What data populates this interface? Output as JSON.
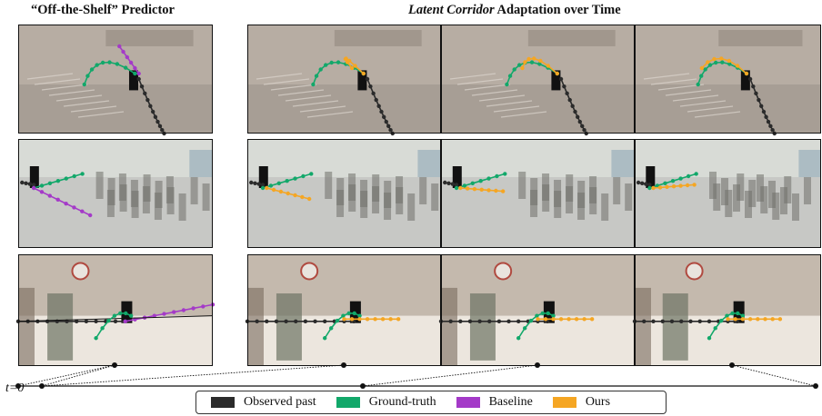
{
  "titles": {
    "left": "“Off-the-Shelf” Predictor",
    "right_italic": "Latent Corridor",
    "right_rest": " Adaptation over Time"
  },
  "timeline": {
    "t0_label": "t=0"
  },
  "legend": [
    {
      "label": "Observed past",
      "color": "#2b2b2b"
    },
    {
      "label": "Ground-truth",
      "color": "#12a86a"
    },
    {
      "label": "Baseline",
      "color": "#a43ac8"
    },
    {
      "label": "Ours",
      "color": "#f5a623"
    }
  ],
  "colors": {
    "observed": "#2b2b2b",
    "ground_truth": "#12a86a",
    "baseline": "#a43ac8",
    "ours": "#f5a623",
    "row1_bg": "#b7ada3",
    "row2_bg": "#c7c8c5",
    "row3_bg": "#d9d2c9"
  },
  "scene_rows": [
    {
      "name": "stairs-scene",
      "scene_icon": "stairway-photo"
    },
    {
      "name": "crowd-scene",
      "scene_icon": "crowd-photo"
    },
    {
      "name": "street-scene",
      "scene_icon": "street-photo"
    }
  ],
  "scene_columns": [
    "off-the-shelf",
    "adaptation-step-1",
    "adaptation-step-2",
    "adaptation-step-3"
  ]
}
